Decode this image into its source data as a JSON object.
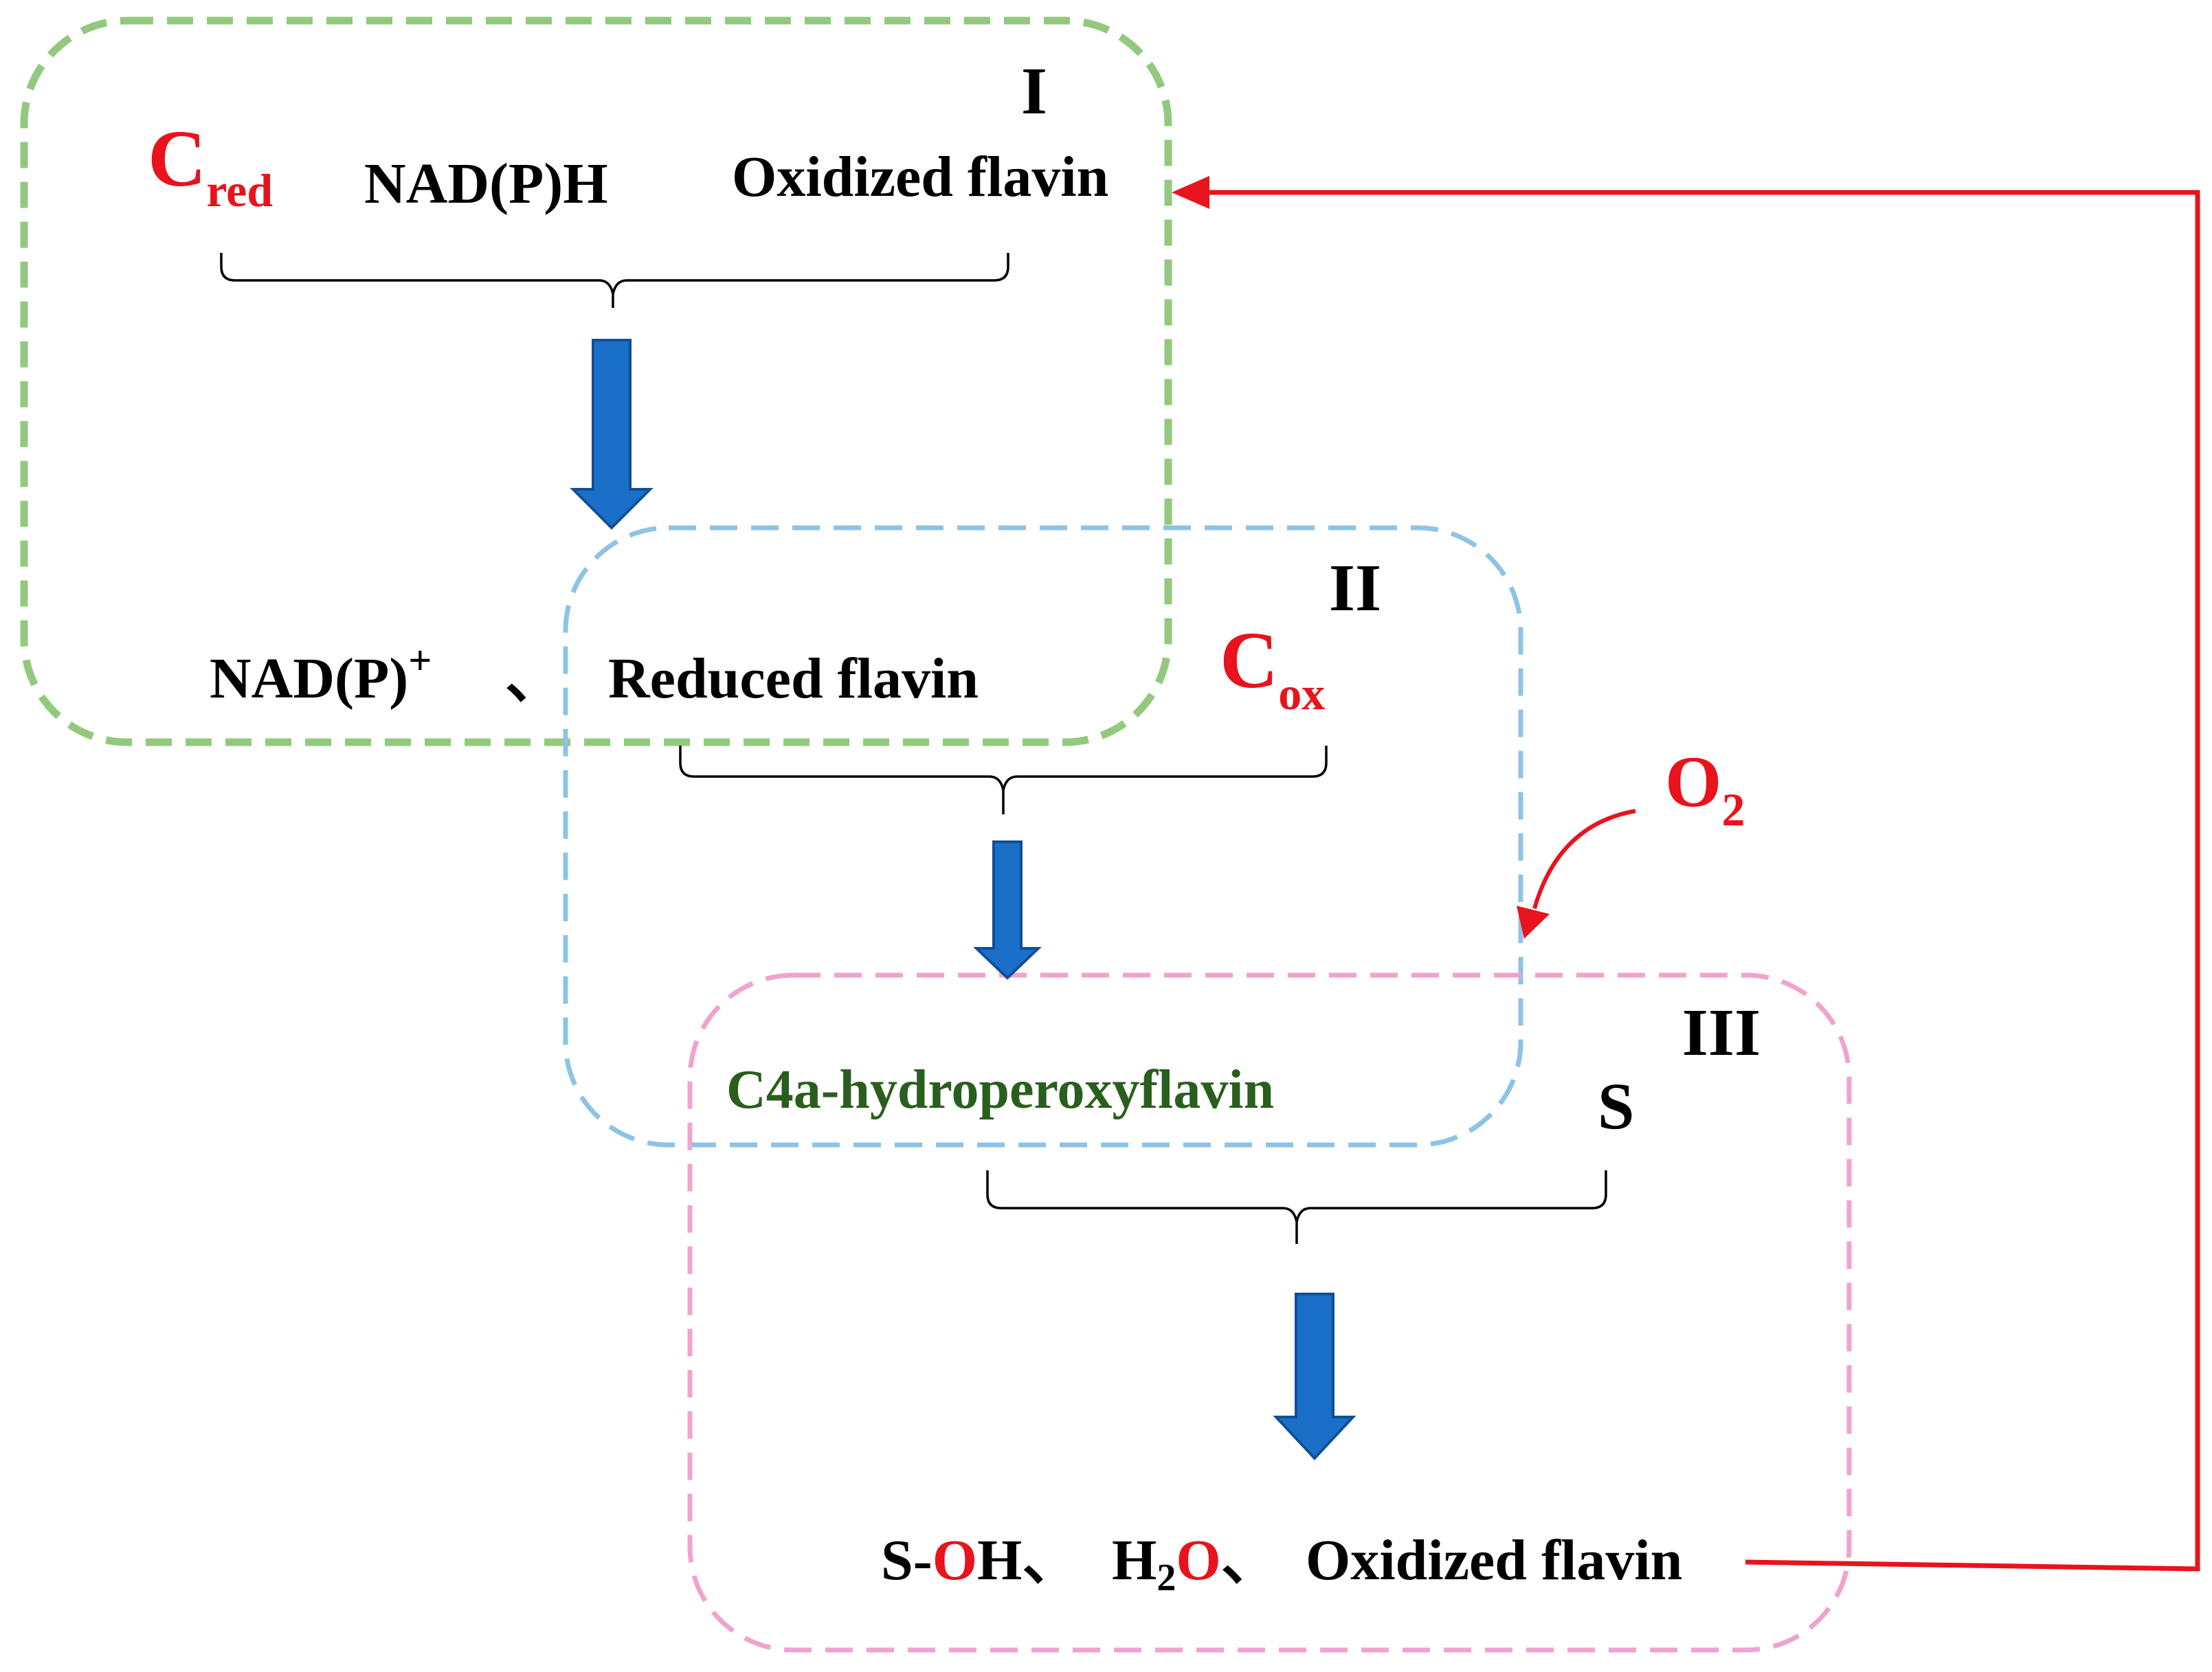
{
  "colors": {
    "stage_I_border": "#92C97E",
    "stage_II_border": "#8DC3E6",
    "stage_III_border": "#F0A3CF",
    "arrow_fill": "#1A70C9",
    "arrow_stroke": "#124F96",
    "recycle_line": "#E8131C",
    "highlight_red": "#E8131C",
    "green_text": "#2A5E1E",
    "text": "#000000"
  },
  "stages": {
    "I": {
      "numeral": "I"
    },
    "II": {
      "numeral": "II"
    },
    "III": {
      "numeral": "III"
    }
  },
  "stage_I": {
    "c_red": {
      "base": "C",
      "sub": "red"
    },
    "nadph": "NAD(P)H",
    "oxidized_flavin": "Oxidized flavin"
  },
  "stage_II": {
    "nadp_base": "NAD(P)",
    "nadp_sup": "+",
    "separator": "、",
    "reduced_flavin": "Reduced flavin",
    "c_ox": {
      "base": "C",
      "sub": "ox"
    }
  },
  "oxygen": {
    "base": "O",
    "sub": "2"
  },
  "stage_III": {
    "hydroperoxyflavin": "C4a-hydroperoxyflavin",
    "substrate": "S"
  },
  "products": {
    "s_oh": {
      "prefix": "S-",
      "o": "O",
      "h": "H",
      "sep": "、"
    },
    "water": {
      "h": "H",
      "sub": "2",
      "o": "O",
      "sep": "、"
    },
    "oxidized_flavin": "Oxidized flavin"
  }
}
